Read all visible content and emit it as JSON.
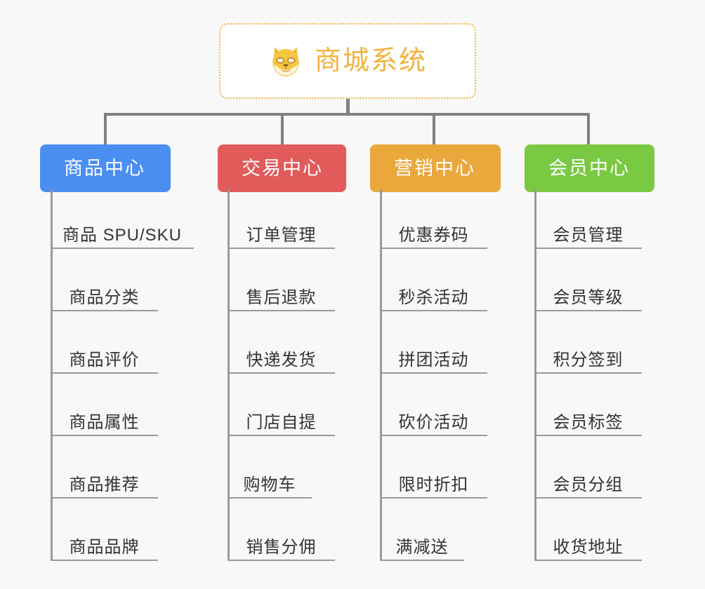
{
  "background_color": "#f8f8f8",
  "root": {
    "title": "商城系统",
    "icon": "shiba-dog-icon",
    "title_color": "#f2b340",
    "border_color": "#f0b33a"
  },
  "connector_color": "#808080",
  "leaf_line_color": "#9a9a9a",
  "columns": [
    {
      "label": "商品中心",
      "color": "#4a8ef1",
      "items": [
        "商品 SPU/SKU",
        "商品分类",
        "商品评价",
        "商品属性",
        "商品推荐",
        "商品品牌"
      ]
    },
    {
      "label": "交易中心",
      "color": "#e15b5b",
      "items": [
        "订单管理",
        "售后退款",
        "快递发货",
        "门店自提",
        "购物车",
        "销售分佣"
      ]
    },
    {
      "label": "营销中心",
      "color": "#eaa73c",
      "items": [
        "优惠券码",
        "秒杀活动",
        "拼团活动",
        "砍价活动",
        "限时折扣",
        "满减送"
      ]
    },
    {
      "label": "会员中心",
      "color": "#7ac943",
      "items": [
        "会员管理",
        "会员等级",
        "积分签到",
        "会员标签",
        "会员分组",
        "收货地址"
      ]
    }
  ]
}
